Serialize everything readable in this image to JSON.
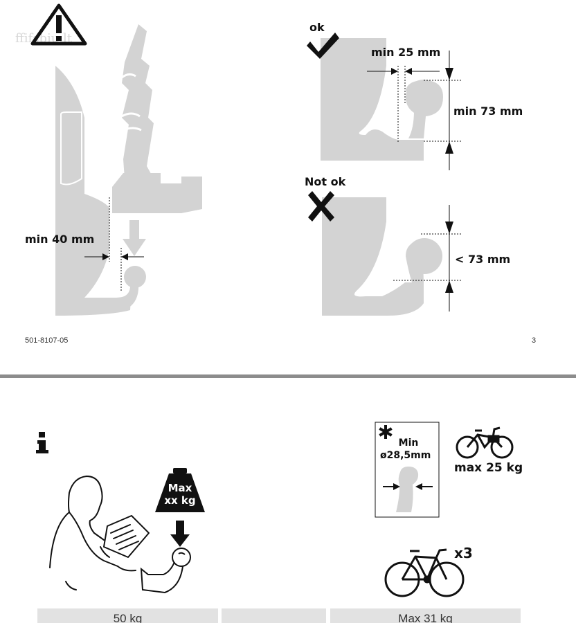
{
  "watermark": "ffifsbiu.lt",
  "top_page": {
    "warning_icon": "warning-triangle-icon",
    "left_fig": {
      "label": "min 40 mm"
    },
    "ok_fig": {
      "status": "ok",
      "label_gap": "min 25 mm",
      "label_height": "min 73 mm",
      "icon": "checkmark-icon"
    },
    "notok_fig": {
      "status": "Not ok",
      "label_height": "< 73 mm",
      "icon": "cross-icon"
    },
    "doc_code": "501-8107-05",
    "page_number": "3"
  },
  "bottom_page": {
    "info_icon": "info-icon",
    "weight_label": "Max\nxx kg",
    "ball_min": {
      "title": "Min",
      "value": "ø28,5mm",
      "icon": "asterisk-icon"
    },
    "ebike_label": "max 25 kg",
    "bike_count": "x3",
    "table_cells": [
      "50 kg",
      "",
      "Max 31 kg"
    ]
  }
}
